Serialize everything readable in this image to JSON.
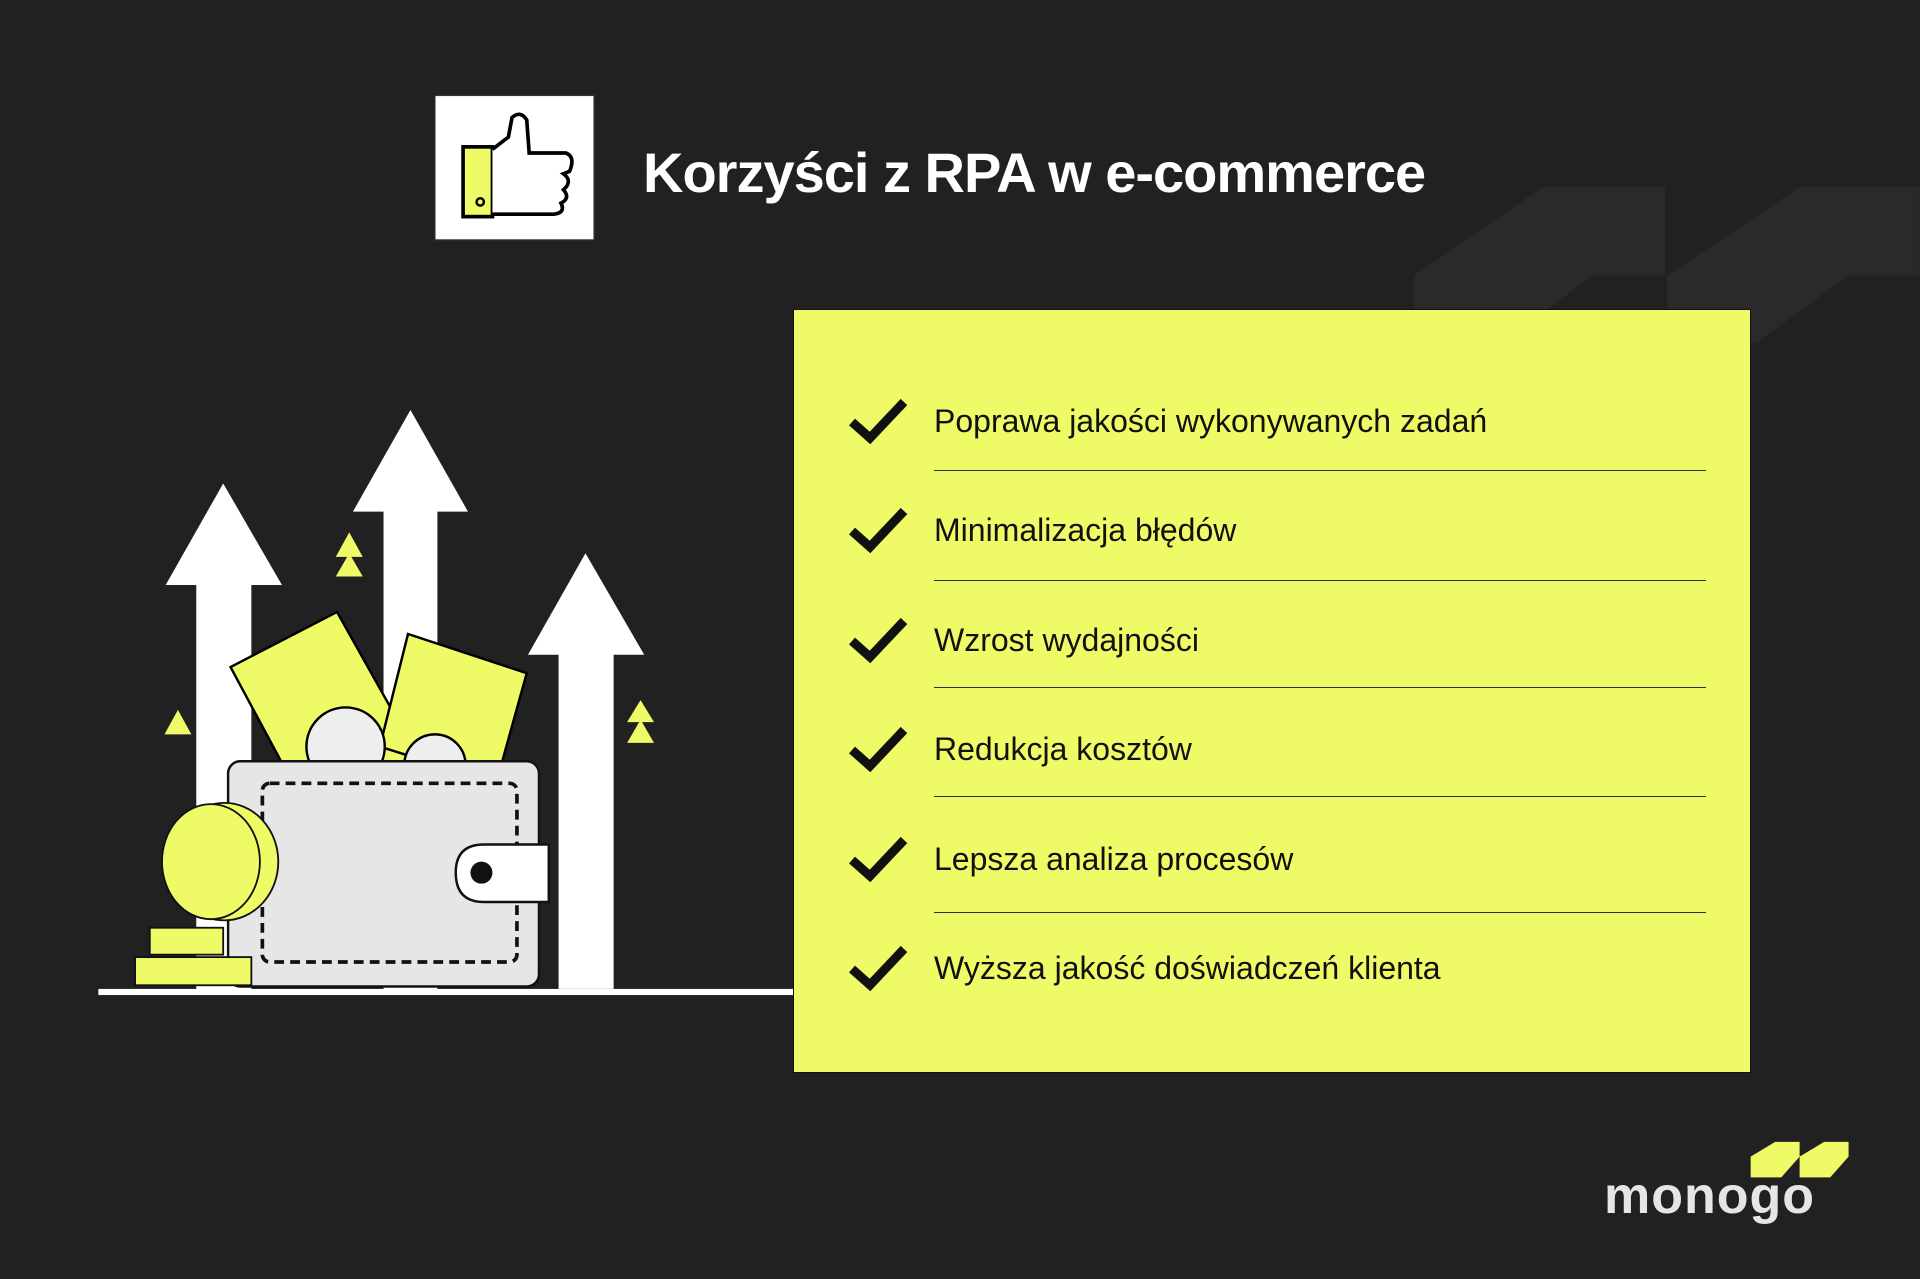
{
  "title": "Korzyści z RPA w e-commerce",
  "benefits": [
    "Poprawa jakości wykonywanych zadań",
    "Minimalizacja błędów",
    "Wzrost wydajności",
    "Redukcja kosztów",
    "Lepsza analiza procesów",
    "Wyższa jakość doświadczeń klienta"
  ],
  "brand": "monogo",
  "colors": {
    "background": "#212121",
    "accent": "#eefb66"
  }
}
